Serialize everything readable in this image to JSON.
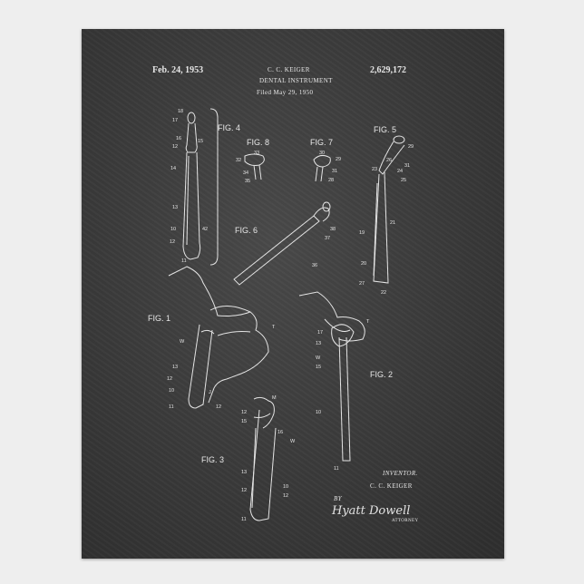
{
  "header": {
    "date": "Feb. 24, 1953",
    "inventor_name": "C. C. KEIGER",
    "title": "DENTAL INSTRUMENT",
    "filed": "Filed May 29, 1950",
    "patent_number": "2,629,172"
  },
  "figures": {
    "fig1": "FIG. 1",
    "fig2": "FIG. 2",
    "fig3": "FIG. 3",
    "fig4": "FIG. 4",
    "fig5": "FIG. 5",
    "fig6": "FIG. 6",
    "fig7": "FIG. 7",
    "fig8": "FIG. 8"
  },
  "footer": {
    "inventor_label": "INVENTOR.",
    "inventor_name": "C. C. KEIGER",
    "by": "BY",
    "signature": "Hyatt Dowell",
    "attorney": "ATTORNEY"
  },
  "colors": {
    "background": "#eeeeee",
    "chalkboard": "#3a3a3a",
    "chalk": "#e8e8e8"
  }
}
